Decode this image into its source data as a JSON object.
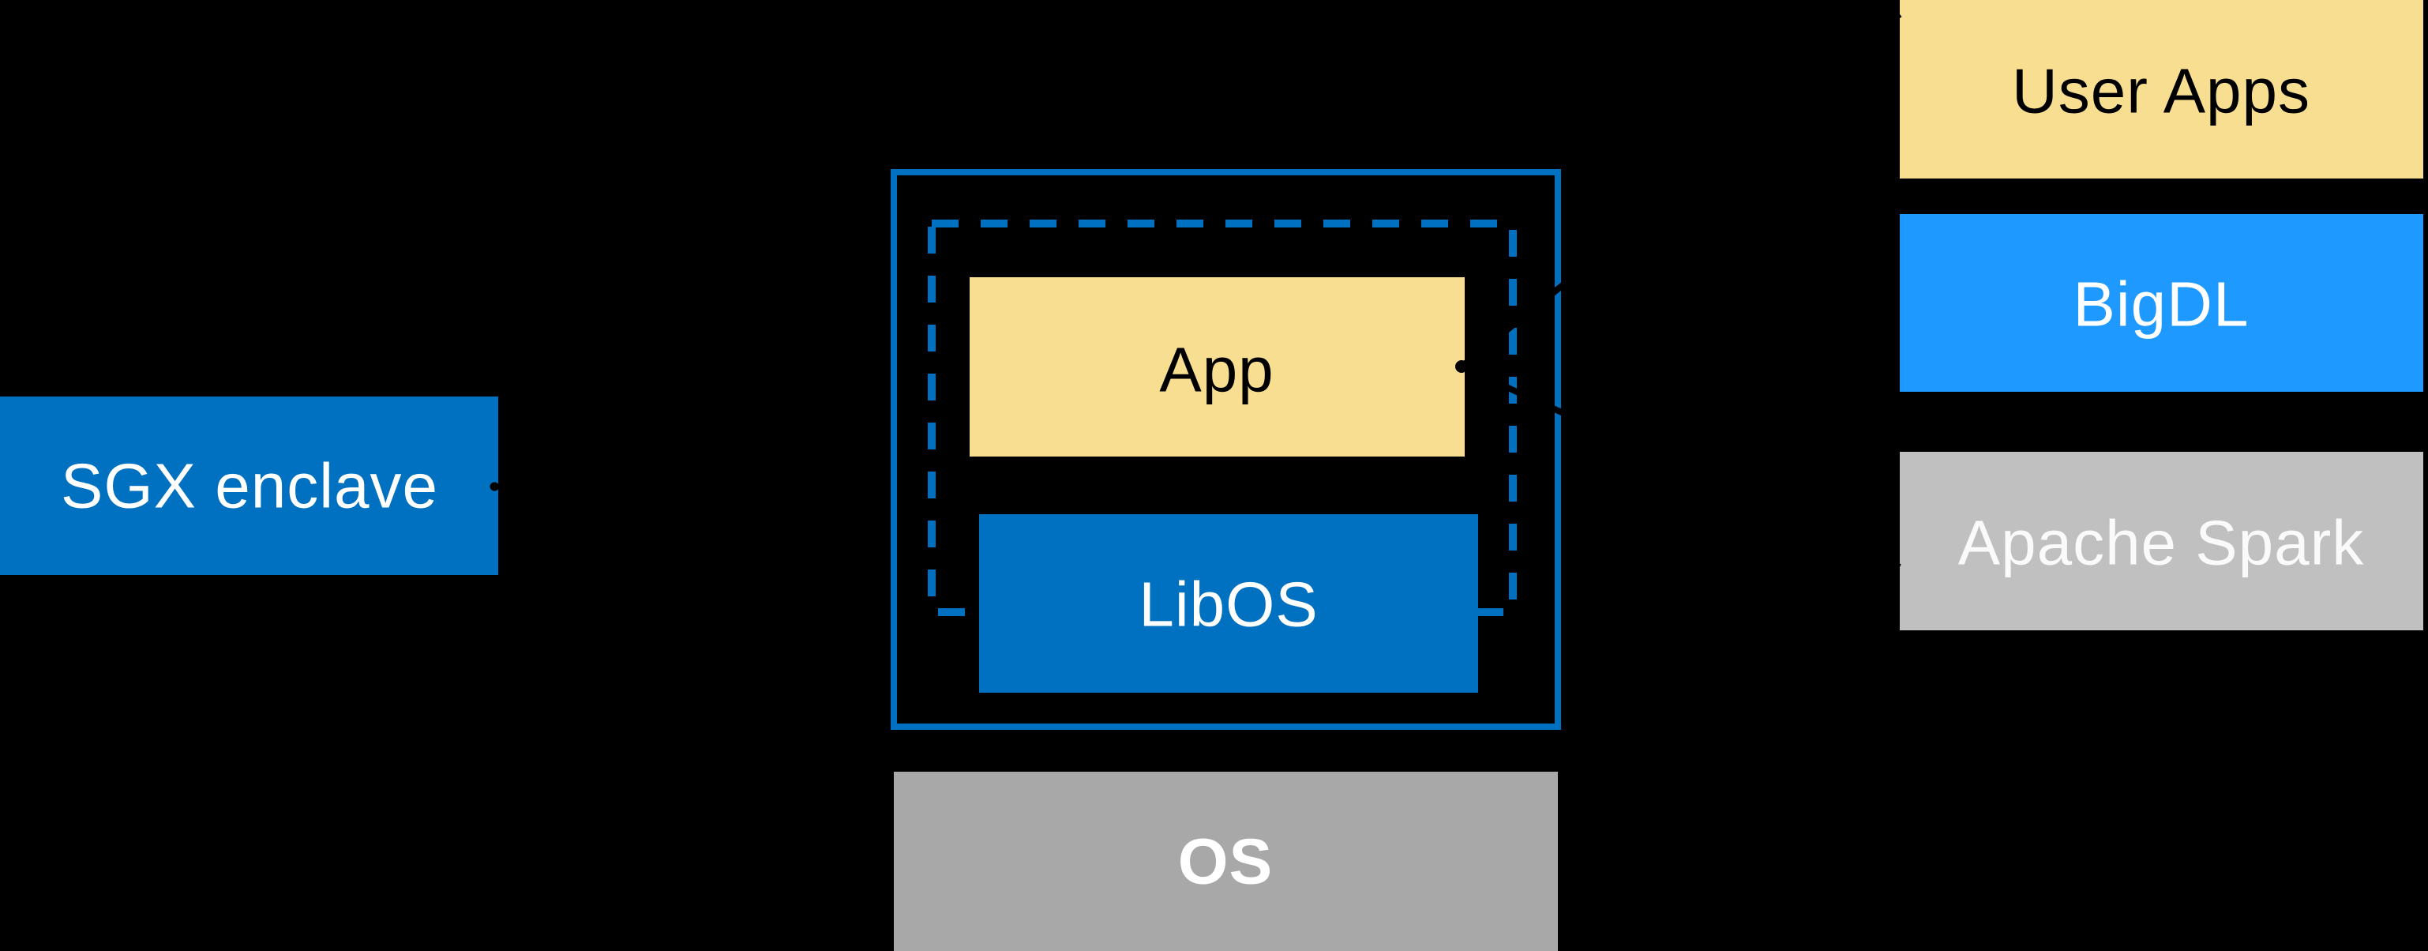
{
  "colors": {
    "background": "#000000",
    "intel_blue": "#0070C0",
    "bright_blue": "#1E99FF",
    "yellow": "#F8DE90",
    "os_gray": "#A8A8A8",
    "spark_gray": "#C0C0C0",
    "black": "#000000",
    "white": "#FFFFFF",
    "spark_text": "#FAFAFA"
  },
  "sgx": {
    "label": "SGX enclave"
  },
  "host": {
    "app_label": "App",
    "libos_label": "LibOS",
    "os_label": "OS"
  },
  "stack": {
    "user_apps_label": "User Apps",
    "bigdl_label": "BigDL",
    "apache_spark_label": "Apache Spark"
  }
}
